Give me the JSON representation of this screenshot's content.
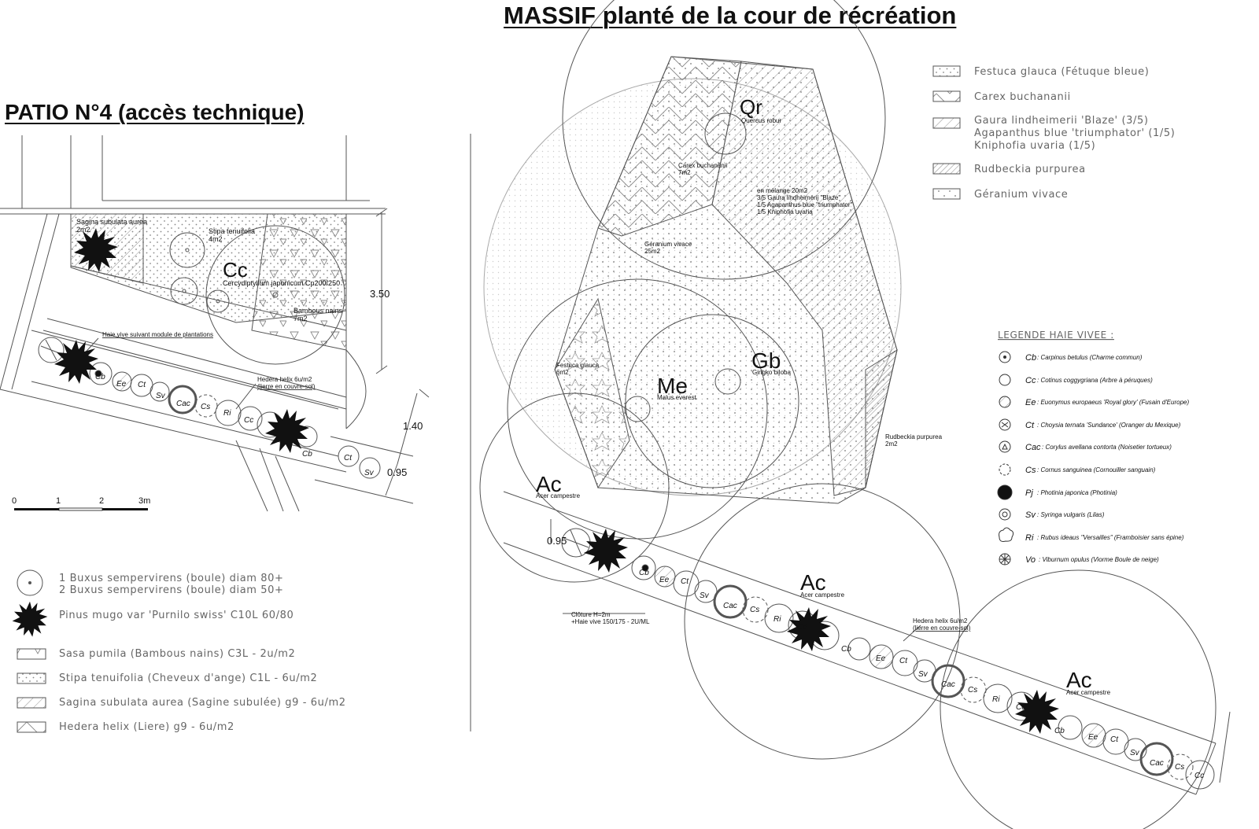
{
  "titles": {
    "right": "MASSIF planté de la cour de récréation",
    "left": "PATIO N°4 (accès technique)"
  },
  "patio": {
    "labels": {
      "sagina": [
        "Sagina subulata aurea",
        "2m2"
      ],
      "stipa": [
        "Stipa tenuifolia",
        "4m2"
      ],
      "cc_code": "Cc",
      "cc_name": "Cercydiptyllum japonicum Cp200/250",
      "bambous": [
        "Bambous nains",
        "7m2"
      ],
      "haie": "Haie vive suivant module de plantations",
      "hedera": [
        "Hedera helix 6u/m2",
        "(lierre en couvre-sol)"
      ]
    },
    "dims": {
      "d1": "3.50",
      "d2": "1.40",
      "d3": "0.95"
    },
    "scale": [
      "0",
      "1",
      "2",
      "3m"
    ]
  },
  "massif": {
    "labels": {
      "qr_code": "Qr",
      "qr_name": "Quercus robur",
      "carex": [
        "Carex buchananii",
        "7m2"
      ],
      "melange": [
        "en mélange 20m2",
        "3/5 Gaura lindheimerii \"Blaze\"",
        "1/5 Agapanthus blue \"triumphator\"",
        "1/5 Kniphofia uvaria"
      ],
      "geranium": [
        "Géranium vivace",
        "25m2"
      ],
      "festuca": [
        "Festuca glauca",
        "6m2"
      ],
      "me_code": "Me",
      "me_name": "Malus everest",
      "gb_code": "Gb",
      "gb_name": "Gingko biloba",
      "rudbeckia": [
        "Rudbeckia purpurea",
        "2m2"
      ],
      "ac_code": "Ac",
      "ac_name": "Acer campestre",
      "dim": "0.95",
      "cloture": [
        "Clôture H=2m",
        "+Haie vive 150/175 - 2U/ML"
      ],
      "hedera": [
        "Hedera helix 6u/m2",
        "(lierre en couvre-sol)"
      ]
    }
  },
  "hedge_codes": [
    "Cc",
    "Vo",
    "Cb",
    "Ee",
    "Ct",
    "Sv",
    "Cac",
    "Cs",
    "Ri",
    "Cc"
  ],
  "massif_legend": [
    {
      "pattern": "dots",
      "text": "Festuca glauca (Fétuque bleue)"
    },
    {
      "pattern": "chevron",
      "text": "Carex buchananii"
    },
    {
      "pattern": "hatch",
      "text": "Gaura lindheimerii 'Blaze' (3/5)"
    },
    {
      "pattern": "none",
      "text": "Agapanthus blue 'triumphator' (1/5)"
    },
    {
      "pattern": "none",
      "text": "Kniphofia uvaria (1/5)"
    },
    {
      "pattern": "densehatch",
      "text": "Rudbeckia purpurea"
    },
    {
      "pattern": "sparsedots",
      "text": "Géranium vivace"
    }
  ],
  "haie_legend": {
    "title": "LEGENDE HAIE VIVEE :",
    "items": [
      {
        "code": "Cb",
        "text": ": Carpinus betulus (Charme commun)",
        "sym": "dot"
      },
      {
        "code": "Cc",
        "text": ": Cotinus coggygriana (Arbre à péruques)",
        "sym": "ring"
      },
      {
        "code": "Ee",
        "text": ": Euonymus europaeus 'Royal glory' (Fusain d'Europe)",
        "sym": "hatched"
      },
      {
        "code": "Ct",
        "text": ": Choysia ternata 'Sundance' (Oranger du Mexique)",
        "sym": "star"
      },
      {
        "code": "Cac",
        "text": ": Corylus avellana contorta (Noisetier tortueux)",
        "sym": "triangle"
      },
      {
        "code": "Cs",
        "text": ": Cornus sanguinea (Cornouiller sanguain)",
        "sym": "dash"
      },
      {
        "code": "Pj",
        "text": ": Photinia japonica (Photinia)",
        "sym": "filled"
      },
      {
        "code": "Sv",
        "text": ": Syringa vulgaris (Lilas)",
        "sym": "target"
      },
      {
        "code": "Ri",
        "text": ": Rubus ideaus \"Versailles\" (Framboisier sans épine)",
        "sym": "cloud"
      },
      {
        "code": "Vo",
        "text": ": Viburnum opulus (Viorme Boule de neige)",
        "sym": "spokes"
      }
    ]
  },
  "patio_legend": [
    {
      "sym": "ring",
      "lines": [
        "1 Buxus sempervirens (boule) diam 80+",
        "2 Buxus sempervirens (boule) diam 50+"
      ]
    },
    {
      "sym": "pine",
      "lines": [
        "Pinus mugo var 'Purnilo swiss' C10L 60/80"
      ]
    },
    {
      "sym": "triangles",
      "lines": [
        "Sasa pumila (Bambous nains) C3L - 2u/m2"
      ]
    },
    {
      "sym": "dots",
      "lines": [
        "Stipa tenuifolia (Cheveux d'ange) C1L - 6u/m2"
      ]
    },
    {
      "sym": "hatch",
      "lines": [
        "Sagina subulata aurea (Sagine subulée) g9 - 6u/m2"
      ]
    },
    {
      "sym": "chevron",
      "lines": [
        "Hedera helix (Liere) g9 - 6u/m2"
      ]
    }
  ],
  "colors": {
    "ink": "#111111",
    "line": "#555555",
    "legend_text": "#666666",
    "hatch": "#888888"
  }
}
